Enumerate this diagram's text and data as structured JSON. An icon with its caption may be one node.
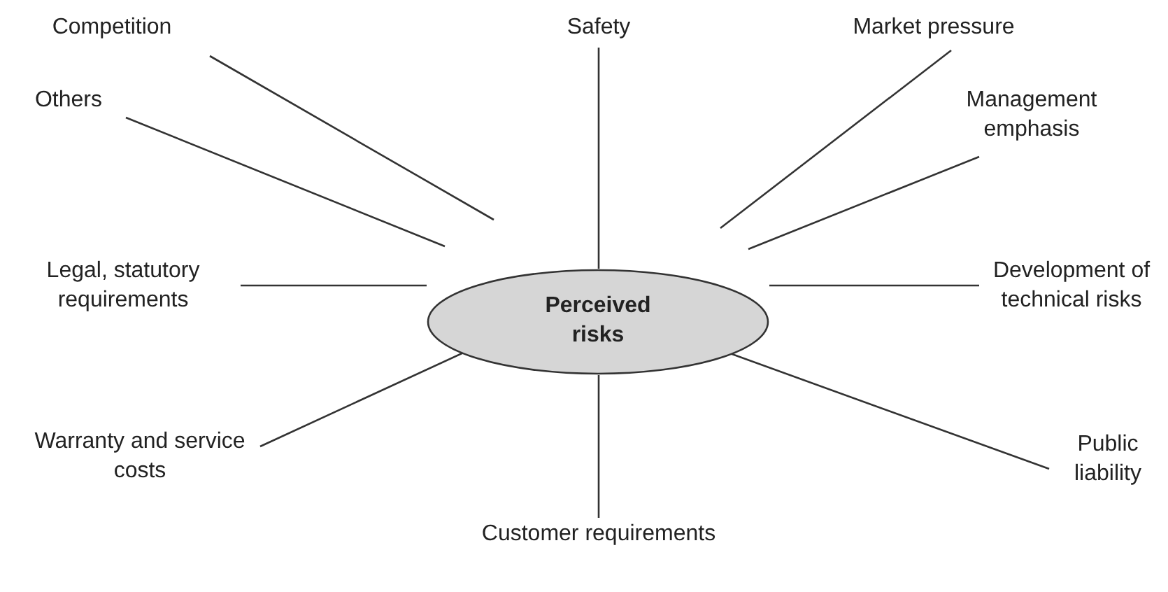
{
  "diagram": {
    "nodes": [
      {
        "text": [
          "Perceived risks"
        ]
      },
      {
        "text": [
          "Competition"
        ]
      },
      {
        "text": [
          "Safety"
        ]
      },
      {
        "text": [
          "Market pressure"
        ]
      },
      {
        "text": [
          "Others"
        ]
      },
      {
        "text": [
          "Management emphasis"
        ]
      },
      {
        "text": [
          "Legal, statutory requirements"
        ]
      },
      {
        "text": [
          "Development of technical risks"
        ]
      },
      {
        "text": [
          "Warranty and service costs"
        ]
      },
      {
        "text": [
          "Public liability"
        ]
      },
      {
        "text": [
          "Customer requirements"
        ]
      }
    ],
    "edges": [
      {
        "from": 0,
        "to": 1,
        "arrow": "none"
      },
      {
        "from": 0,
        "to": 2,
        "arrow": "none"
      },
      {
        "from": 0,
        "to": 3,
        "arrow": "none"
      },
      {
        "from": 0,
        "to": 4,
        "arrow": "none"
      },
      {
        "from": 0,
        "to": 5,
        "arrow": "none"
      },
      {
        "from": 0,
        "to": 6,
        "arrow": "none"
      },
      {
        "from": 0,
        "to": 7,
        "arrow": "none"
      },
      {
        "from": 0,
        "to": 8,
        "arrow": "none"
      },
      {
        "from": 0,
        "to": 9,
        "arrow": "none"
      },
      {
        "from": 0,
        "to": 10,
        "arrow": "none"
      }
    ]
  }
}
